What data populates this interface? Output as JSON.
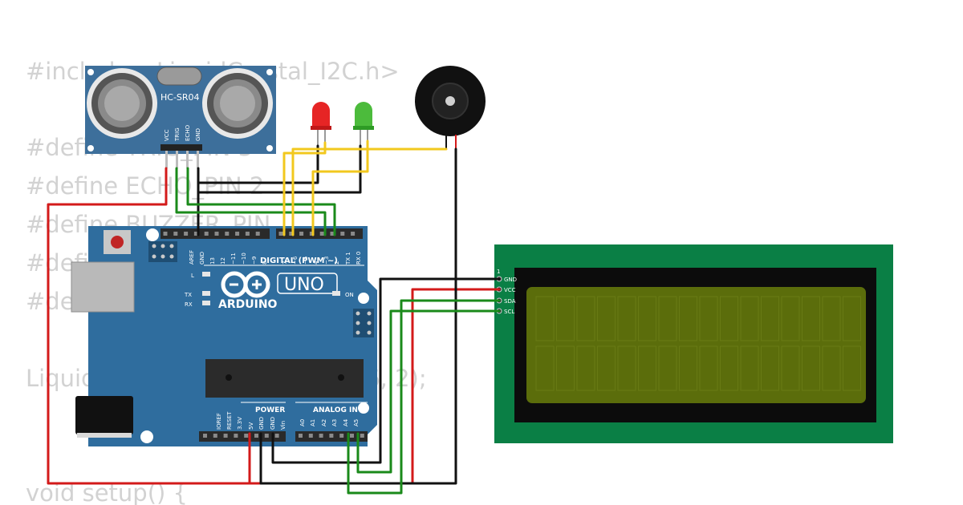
{
  "code": {
    "lines": [
      "#include <LiquidCrystal_I2C.h>",
      "#define TRIG_PIN 3",
      "#define ECHO_PIN 2",
      "#define BUZZER_PIN",
      "#define",
      "#define",
      "LiquidCrystal_I2C lcd(0x27, 16, 2);",
      "void setup() {"
    ]
  },
  "sensor": {
    "name": "HC-SR04",
    "pins": [
      "VCC",
      "TRIG",
      "ECHO",
      "GND"
    ]
  },
  "arduino": {
    "model": "UNO",
    "brand": "ARDUINO",
    "digital_header": "DIGITAL (PWM ~)",
    "top_pins": [
      "AREF",
      "GND",
      "13",
      "12",
      "~11",
      "~10",
      "~9",
      "8",
      "7",
      "~6",
      "~5",
      "4",
      "~3",
      "2",
      "TX 1",
      "RX 0"
    ],
    "led_labels": [
      "L",
      "TX",
      "RX",
      "ON"
    ],
    "power_header": "POWER",
    "analog_header": "ANALOG IN",
    "power_pins": [
      "IOREF",
      "RESET",
      "3.3V",
      "5V",
      "GND",
      "GND",
      "Vin"
    ],
    "analog_pins": [
      "A0",
      "A1",
      "A2",
      "A3",
      "A4",
      "A5"
    ]
  },
  "lcd": {
    "pin_number": "1",
    "pins": [
      "GND",
      "VCC",
      "SDA",
      "SCL"
    ]
  },
  "colors": {
    "wire_red": "#d31a1a",
    "wire_black": "#111111",
    "wire_green": "#1a8a1a",
    "wire_yellow": "#f2c81e",
    "board_blue": "#2f6d9e",
    "lcd_green": "#0a7f45",
    "lcd_screen": "#5b6d0b"
  }
}
